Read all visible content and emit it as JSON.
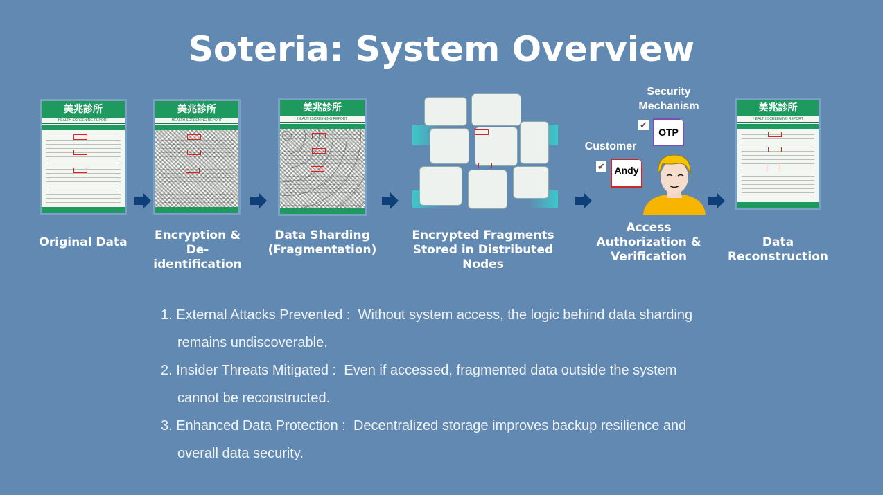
{
  "title": "Soteria: System Overview",
  "document_logo_text": "美兆診所",
  "document_header_text": "HEALTH SCREENING REPORT",
  "stages": [
    {
      "label": "Original Data"
    },
    {
      "label": "Encryption & De-identification"
    },
    {
      "label": "Data Sharding (Fragmentation)"
    },
    {
      "label": "Encrypted Fragments Stored in Distributed Nodes"
    },
    {
      "label": "Access Authorization & Verification"
    },
    {
      "label": "Data Reconstruction"
    }
  ],
  "access": {
    "security_label": "Security Mechanism",
    "security_card": "OTP",
    "customer_label": "Customer",
    "customer_card": "Andy"
  },
  "points": [
    {
      "num": "1.",
      "head": "External Attacks Prevented :",
      "text": "Without system access, the logic behind data sharding remains undiscoverable."
    },
    {
      "num": "2.",
      "head": "Insider Threats Mitigated :",
      "text": "Even if accessed, fragmented data outside the system cannot be reconstructed."
    },
    {
      "num": "3.",
      "head": "Enhanced Data Protection :",
      "text": "Decentralized storage improves backup resilience and overall data security."
    }
  ],
  "colors": {
    "background": "#6189b1",
    "arrow": "#0f3f78",
    "doc_green": "#1f9a5e"
  }
}
